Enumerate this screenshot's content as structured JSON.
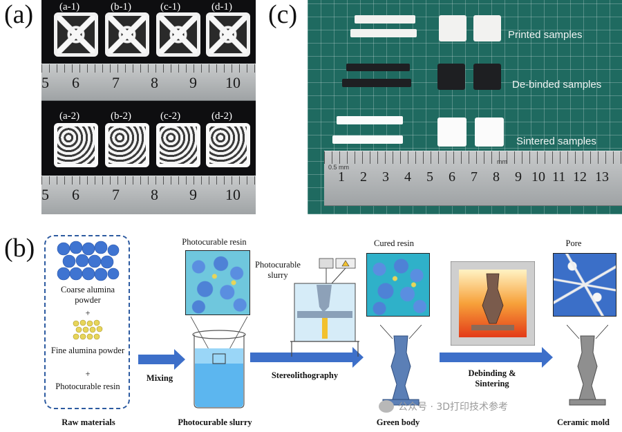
{
  "panel_letters": {
    "a": "(a)",
    "b": "(b)",
    "c": "(c)"
  },
  "panel_a": {
    "top_labels": [
      "(a-1)",
      "(b-1)",
      "(c-1)",
      "(d-1)"
    ],
    "bottom_labels": [
      "(a-2)",
      "(b-2)",
      "(c-2)",
      "(d-2)"
    ],
    "ruler_numbers": [
      "5",
      "6",
      "7",
      "8",
      "9",
      "10"
    ]
  },
  "panel_c": {
    "row_labels": [
      "Printed samples",
      "De-binded samples",
      "Sintered samples"
    ],
    "ruler_numbers": [
      "1",
      "2",
      "3",
      "4",
      "5",
      "6",
      "7",
      "8",
      "9",
      "10",
      "11",
      "12",
      "13"
    ],
    "ruler_small": "0.5 mm",
    "ruler_mm": "mm",
    "colors": {
      "printed": "#f2f2f0",
      "debinded": "#1e1f22",
      "sintered": "#fbfbfb",
      "mat": "#1f6a60"
    }
  },
  "panel_b": {
    "raw_materials": {
      "coarse": "Coarse alumina powder",
      "plus1": "+",
      "fine": "Fine alumina powder",
      "plus2": "+",
      "resin": "Photocurable resin",
      "caption": "Raw materials"
    },
    "mixing_label": "Mixing",
    "slurry": {
      "inset_label": "Photocurable resin",
      "caption": "Photocurable slurry"
    },
    "stereo": {
      "slurry_label": "Photocurable slurry",
      "arrow_label": "Stereolithography"
    },
    "green": {
      "inset_label": "Cured resin",
      "caption": "Green body"
    },
    "sinter_arrow": "Debinding & Sintering",
    "ceramic": {
      "inset_label": "Pore",
      "caption": "Ceramic mold"
    },
    "watermark": "公众号 · 3D打印技术参考",
    "colors": {
      "arrow": "#3d6fc9",
      "alumina": "#4e82d6",
      "resin": "#6fc7dd",
      "fine": "#e7d55a"
    }
  }
}
